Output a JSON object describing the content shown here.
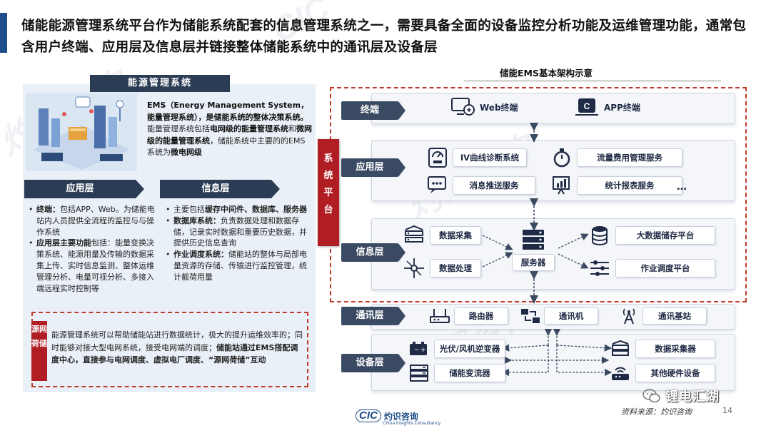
{
  "watermark": {
    "cn": "灼识咨询",
    "en": "China Insights Consultancy",
    "short": "CIC"
  },
  "title": "储能能源管理系统平台作为储能系统配套的信息管理系统之一，需要具备全面的设备监控分析功能及运维管理功能，通常包含用户终端、应用层及信息层并链接整体储能系统中的通讯层及设备层",
  "left": {
    "badge": "能源管理系统",
    "desc_bold1": "EMS（Energy Management System，能量管理系统），是储能系统的整体决策系统。",
    "desc_plain1": "能量管理系统包括",
    "desc_bold2": "电网级的能量管理系统",
    "desc_plain2": "和",
    "desc_bold3": "微网级的能量管理系统",
    "desc_plain3": "，储能系统中主要的的EMS系统为",
    "desc_bold4": "微电网级",
    "app_layer_header": "应用层",
    "info_layer_header": "信息层",
    "app_bullets": [
      {
        "bold": "终端：",
        "text": "包括APP、Web。为储能电站内人员提供全流程的监控与与操作系统"
      },
      {
        "bold": "应用层主要功能",
        "text": "包括：能量变换决策系统、能源用量及传输的数据采集上传、实时信息监测、整体运维管理分析、电量可视分析、多接入端远程实时控制等"
      }
    ],
    "info_bullets": [
      {
        "pre": "主要包括",
        "bold": "缓存中间件、数据库、服务器",
        "text": ""
      },
      {
        "pre": "",
        "bold": "数据库系统：",
        "text": "负责数据处理和数据存储，记录实时数据和重要历史数据，并提供历史信息查询"
      },
      {
        "pre": "",
        "bold": "作业调度系统：",
        "text": "储能站的整体与局部电量资源的存储、传输进行监控管理，统计截荷用量"
      }
    ],
    "source_tag": "源网荷储",
    "source_plain": "能源管理系统可以帮助储能站进行数据统计，极大的提升运维效率的；同时能够对接大型电网系统，接受电网端的调度；",
    "source_bold": "储能站通过EMS搭配调度中心，直接参与电网调度、虚拟电厂调度、“源网荷储”互动"
  },
  "diagram": {
    "title": "储能EMS基本架构示意",
    "system_tag": "系统平台",
    "terminal": {
      "tag": "终端",
      "items": [
        "Web终端",
        "APP终端"
      ]
    },
    "app": {
      "tag": "应用层",
      "items": [
        "IV曲线诊断系统",
        "流量费用管理服务",
        "消息推送服务",
        "统计报表服务",
        "…"
      ]
    },
    "info": {
      "tag": "信息层",
      "items": [
        "数据采集",
        "数据处理",
        "服务器",
        "大数据储存平台",
        "作业调度平台"
      ]
    },
    "comm": {
      "tag": "通讯层",
      "items": [
        "路由器",
        "通讯机",
        "通讯基站"
      ]
    },
    "device": {
      "tag": "设备层",
      "items": [
        "光伏/风机逆变器",
        "储能变流器",
        "数据采集器",
        "其他硬件设备"
      ]
    }
  },
  "footer": {
    "source": "资料来源：灼识咨询",
    "page": "14",
    "logo_cn": "灼识咨询",
    "logo_en": "China Insights Consultancy",
    "logo_short": "CIC",
    "wechat_name": "锂电汇湖"
  },
  "colors": {
    "dark_navy": "#2b3c55",
    "brand_red": "#b01e23",
    "brand_blue": "#1d4e89",
    "panel_bg": "#eaf0f7"
  }
}
